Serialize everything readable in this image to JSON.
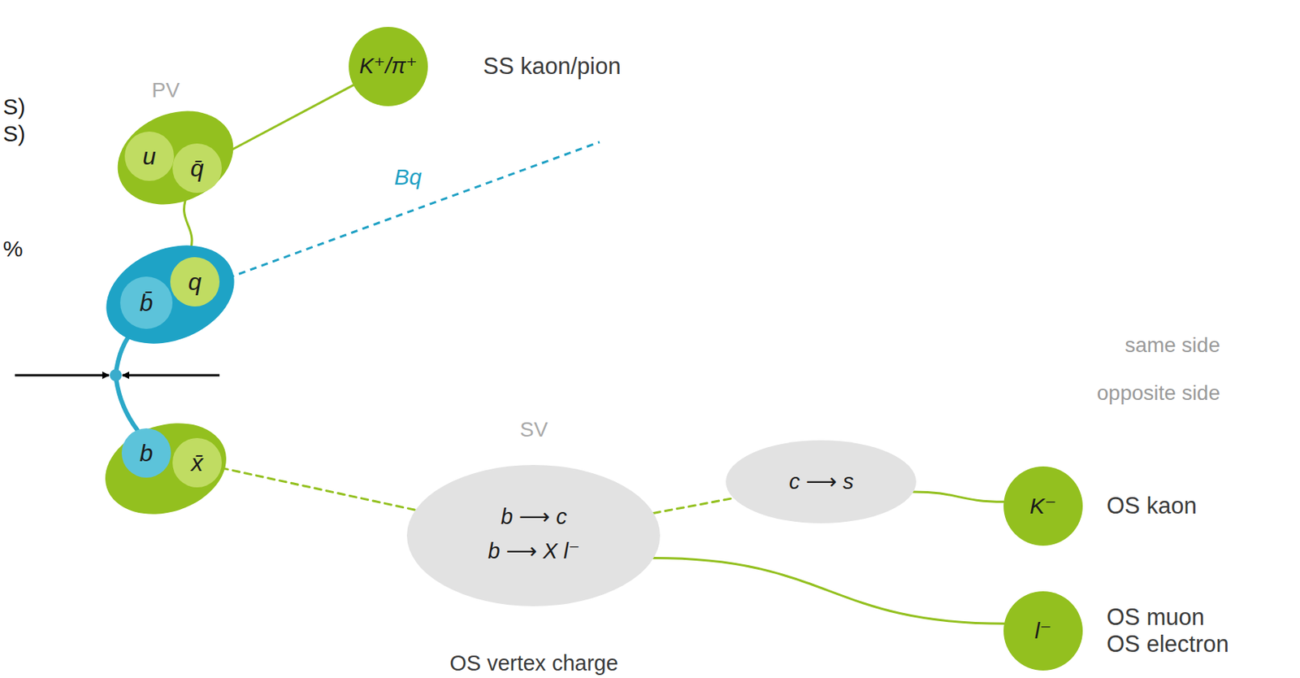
{
  "diagram": {
    "nodes": [
      {
        "text": [
          "PV"
        ]
      },
      {
        "text": [
          "u",
          "q̄"
        ],
        "in": 0
      },
      {
        "text": [
          "b̄",
          "q"
        ],
        "in": 0
      },
      {
        "text": [
          "b",
          "x̄"
        ],
        "in": 0
      },
      {
        "text": [
          "K⁺/π⁺",
          "SS kaon/pion"
        ]
      },
      {
        "text": [
          "SV",
          "b ⟶ c",
          "b ⟶ X l⁻",
          "OS vertex charge"
        ]
      },
      {
        "text": [
          "c ⟶ s"
        ]
      },
      {
        "text": [
          "K⁻",
          "OS kaon"
        ]
      },
      {
        "text": [
          "l⁻",
          "OS muon OS electron"
        ]
      }
    ],
    "edges": [
      {
        "from": 1,
        "to": 4,
        "arrow": "none"
      },
      {
        "from": 1,
        "to": 2,
        "arrow": "none"
      },
      {
        "from": 2,
        "to": 3,
        "arrow": "none"
      },
      {
        "from": 3,
        "to": 5,
        "arrow": "none"
      },
      {
        "from": 5,
        "to": 6,
        "arrow": "none"
      },
      {
        "from": 6,
        "to": 7,
        "arrow": "none"
      },
      {
        "from": 5,
        "to": 8,
        "arrow": "none"
      }
    ],
    "labels": [
      "S)",
      "S)",
      "%",
      "Bq",
      "same side",
      "opposite side"
    ]
  }
}
